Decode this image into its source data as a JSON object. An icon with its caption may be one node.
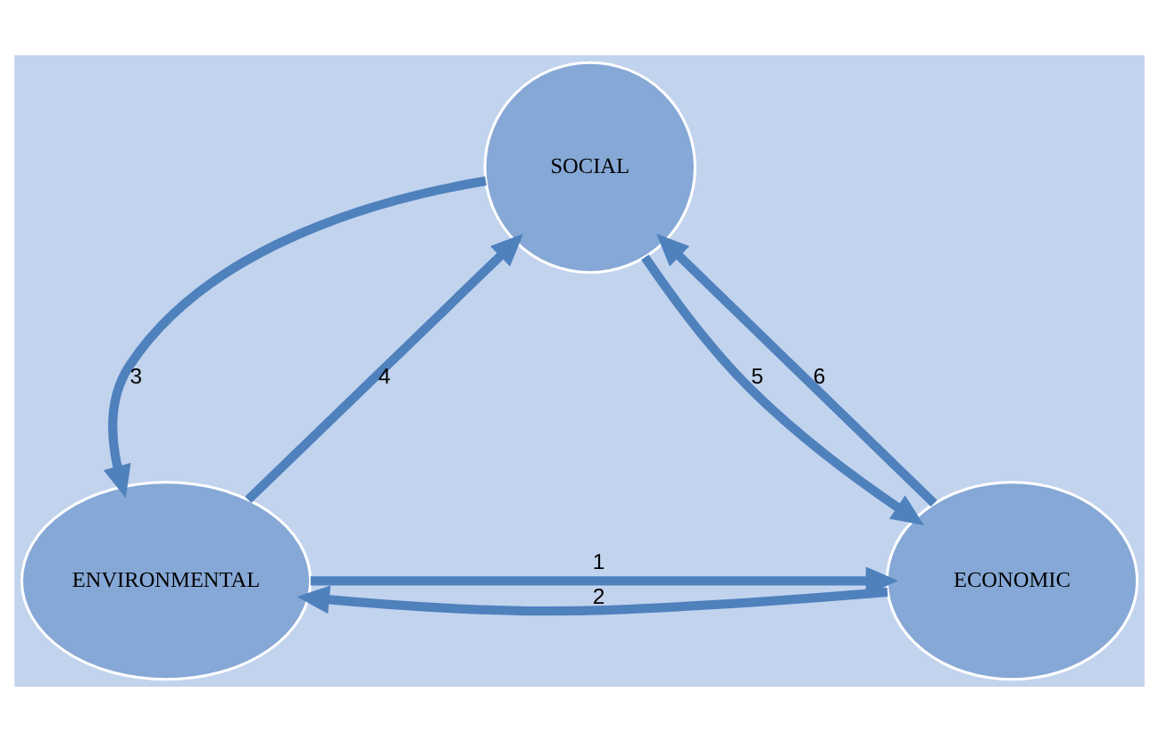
{
  "diagram": {
    "nodes": [
      {
        "text": [
          "SOCIAL"
        ]
      },
      {
        "text": [
          "ENVIRONMENTAL"
        ]
      },
      {
        "text": [
          "ECONOMIC"
        ]
      }
    ],
    "edges": [
      {
        "from": 1,
        "to": 2,
        "arrow": "to",
        "label": "1"
      },
      {
        "from": 2,
        "to": 1,
        "arrow": "to",
        "label": "2"
      },
      {
        "from": 0,
        "to": 1,
        "arrow": "to",
        "label": "3"
      },
      {
        "from": 1,
        "to": 0,
        "arrow": "to",
        "label": "4"
      },
      {
        "from": 0,
        "to": 2,
        "arrow": "to",
        "label": "5"
      },
      {
        "from": 2,
        "to": 0,
        "arrow": "to",
        "label": "6"
      }
    ]
  }
}
